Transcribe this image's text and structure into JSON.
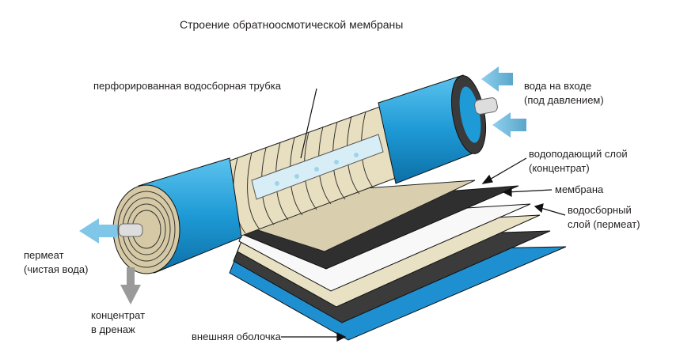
{
  "title": "Строение обратноосмотической мембраны",
  "labels": {
    "tube": "перфорированная водосборная трубка",
    "inlet_1": "вода на входе",
    "inlet_2": "(под давлением)",
    "feed_1": "водоподающий слой",
    "feed_2": "(концентрат)",
    "membrane": "мембрана",
    "permeate_layer_1": "водосборный",
    "permeate_layer_2": "слой (пермеат)",
    "permeate_1": "пермеат",
    "permeate_2": "(чистая вода)",
    "concentrate_1": "концентрат",
    "concentrate_2": "в дренаж",
    "shell": "внешняя оболочка"
  },
  "colors": {
    "blue": "#1e9ad6",
    "arrow": "#7fc6e8",
    "grey_arrow": "#9a9a9a",
    "cream": "#e8dfc0",
    "dark": "#3a3a3a"
  }
}
